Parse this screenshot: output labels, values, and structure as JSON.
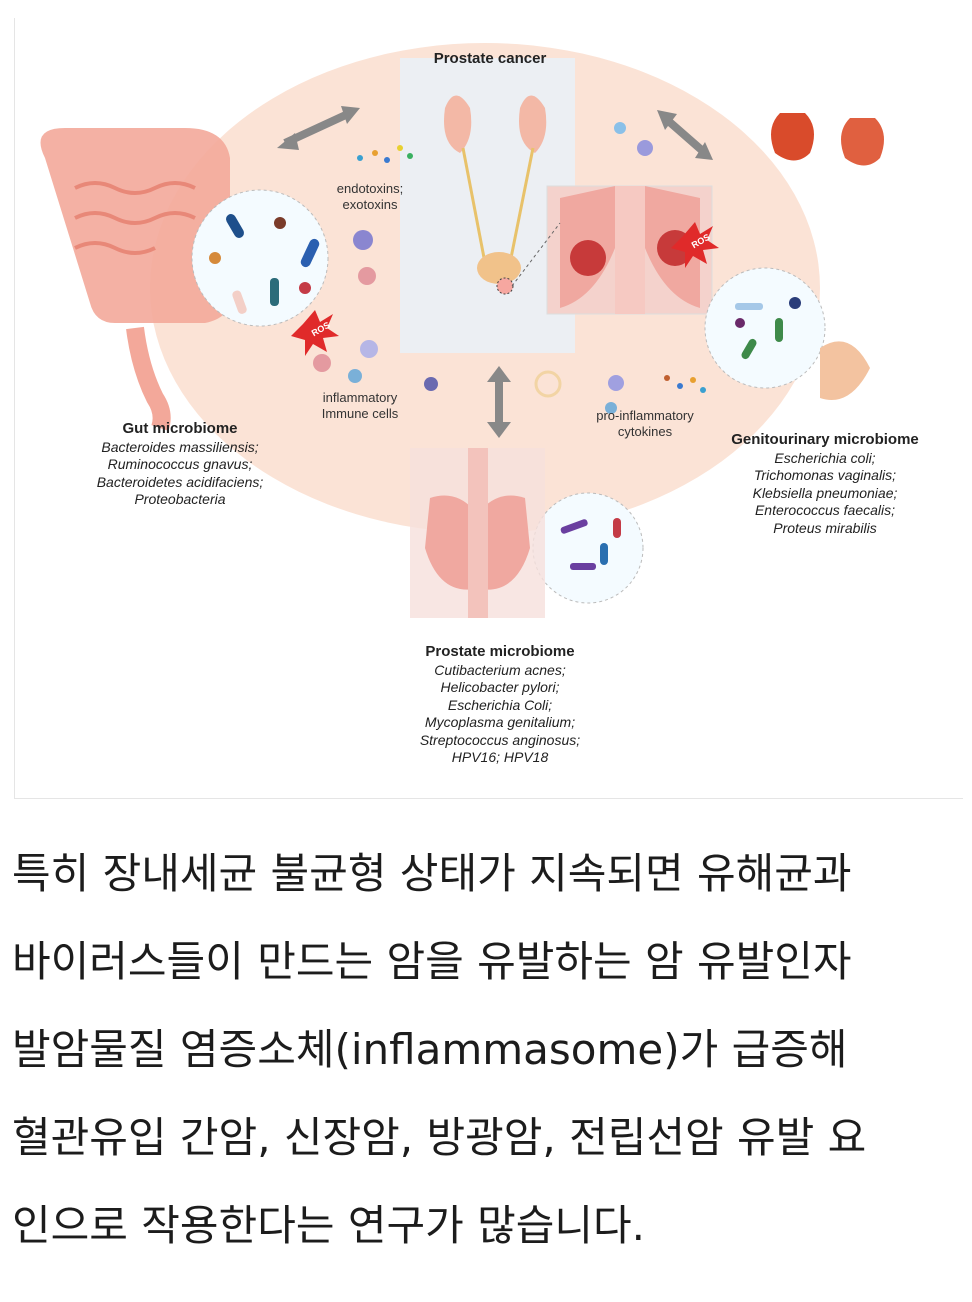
{
  "figure": {
    "prostate_cancer_title": "Prostate cancer",
    "endotoxins": [
      "endotoxins;",
      "exotoxins"
    ],
    "inflammatory": [
      "inflammatory",
      "Immune cells"
    ],
    "pro_inflammatory": [
      "pro-inflammatory",
      "cytokines"
    ],
    "ros_label": "ROS",
    "gut": {
      "title": "Gut microbiome",
      "species": [
        "Bacteroides massiliensis;",
        "Ruminococcus gnavus;",
        "Bacteroidetes acidifaciens;",
        "Proteobacteria"
      ]
    },
    "genitourinary": {
      "title": "Genitourinary microbiome",
      "species": [
        "Escherichia coli;",
        "Trichomonas vaginalis;",
        "Klebsiella pneumoniae;",
        "Enterococcus  faecalis;",
        "Proteus mirabilis"
      ]
    },
    "prostate": {
      "title": "Prostate microbiome",
      "species": [
        "Cutibacterium acnes;",
        "Helicobacter pylori;",
        "Escherichia Coli;",
        "Mycoplasma genitalium;",
        "Streptococcus anginosus;",
        "HPV16; HPV18"
      ]
    }
  },
  "article": {
    "lines": [
      "특히 장내세균 불균형 상태가 지속되면 유해균과",
      "바이러스들이 만드는 암을 유발하는 암 유발인자",
      "발암물질 염증소체(inflammasome)가 급증해",
      "혈관유입 간암, 신장암, 방광암, 전립선암 유발 요",
      "인으로 작용한다는 연구가 많습니다."
    ]
  }
}
